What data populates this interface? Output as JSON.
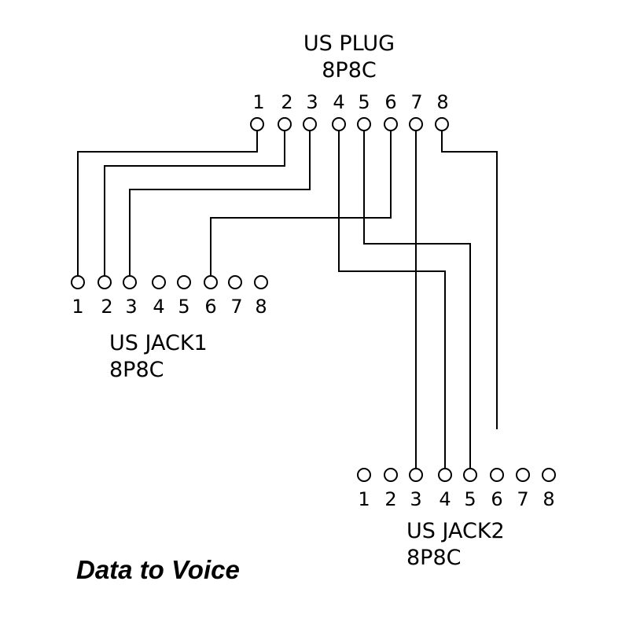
{
  "caption": "Data to Voice",
  "plug": {
    "title": "US PLUG",
    "type": "8P8C",
    "pin_labels": [
      "1",
      "2",
      "3",
      "4",
      "5",
      "6",
      "7",
      "8"
    ]
  },
  "jack1": {
    "title": "US JACK1",
    "type": "8P8C",
    "pin_labels": [
      "1",
      "2",
      "3",
      "4",
      "5",
      "6",
      "7",
      "8"
    ]
  },
  "jack2": {
    "title": "US JACK2",
    "type": "8P8C",
    "pin_labels": [
      "1",
      "2",
      "3",
      "4",
      "5",
      "6",
      "7",
      "8"
    ]
  }
}
